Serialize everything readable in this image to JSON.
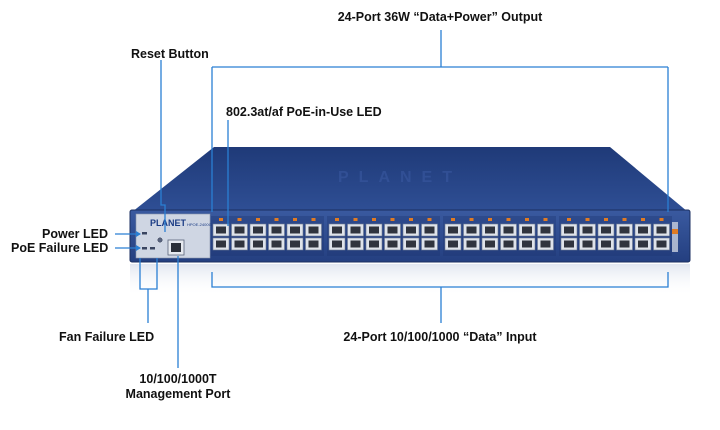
{
  "callouts": {
    "output_ports": "24-Port 36W “Data+Power” Output",
    "reset_button": "Reset Button",
    "poe_led": "802.3at/af PoE-in-Use LED",
    "power_led": "Power LED",
    "poe_failure_led": "PoE Failure LED",
    "fan_failure_led": "Fan Failure LED",
    "input_ports": "24-Port 10/100/1000 “Data” Input",
    "mgmt_port_line1": "10/100/1000T",
    "mgmt_port_line2": "Management Port"
  },
  "device": {
    "brand": "PLANET",
    "model": "HPOE-2400G"
  },
  "colors": {
    "callout_line": "#2a7fd4",
    "panel_front": "#2c4a8c",
    "panel_top": "#24407f",
    "port_face": "#dfe3ea",
    "led": "#e07b24"
  }
}
